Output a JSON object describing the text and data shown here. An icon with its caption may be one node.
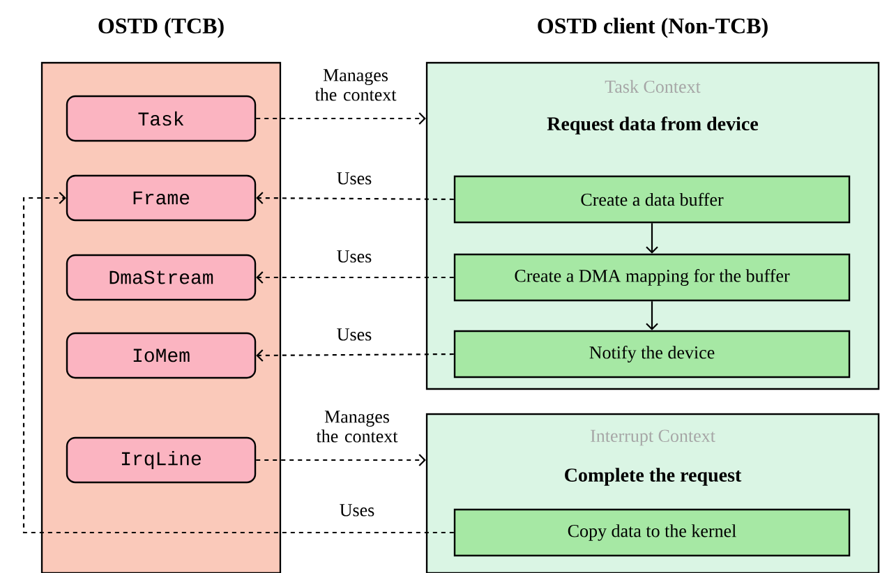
{
  "diagram": {
    "nodes": [
      {
        "text": [
          "OSTD (TCB)"
        ]
      },
      {
        "text": [
          "Task"
        ],
        "in": 0
      },
      {
        "text": [
          "Frame"
        ],
        "in": 0
      },
      {
        "text": [
          "DmaStream"
        ],
        "in": 0
      },
      {
        "text": [
          "IoMem"
        ],
        "in": 0
      },
      {
        "text": [
          "IrqLine"
        ],
        "in": 0
      },
      {
        "text": [
          "Task Context",
          "Request data from device"
        ]
      },
      {
        "text": [
          "Create a data buffer"
        ],
        "in": 6
      },
      {
        "text": [
          "Create a DMA mapping for the buffer"
        ],
        "in": 6
      },
      {
        "text": [
          "Notify the device"
        ],
        "in": 6
      },
      {
        "text": [
          "Interrupt Context",
          "Complete the request"
        ]
      },
      {
        "text": [
          "Copy data to the kernel"
        ],
        "in": 10
      }
    ],
    "edges": [
      {
        "from": 1,
        "to": 6,
        "arrow": "to",
        "label": "Manages the context",
        "style": "dashed"
      },
      {
        "from": 7,
        "to": 2,
        "arrow": "to",
        "label": "Uses",
        "style": "dashed"
      },
      {
        "from": 8,
        "to": 3,
        "arrow": "to",
        "label": "Uses",
        "style": "dashed"
      },
      {
        "from": 9,
        "to": 4,
        "arrow": "to",
        "label": "Uses",
        "style": "dashed"
      },
      {
        "from": 5,
        "to": 10,
        "arrow": "to",
        "label": "Manages the context",
        "style": "dashed"
      },
      {
        "from": 11,
        "to": 2,
        "arrow": "to",
        "label": "Uses",
        "style": "dashed"
      },
      {
        "from": 7,
        "to": 8,
        "arrow": "to"
      },
      {
        "from": 8,
        "to": 9,
        "arrow": "to"
      }
    ],
    "labels": [
      "OSTD client (Non-TCB)"
    ]
  }
}
